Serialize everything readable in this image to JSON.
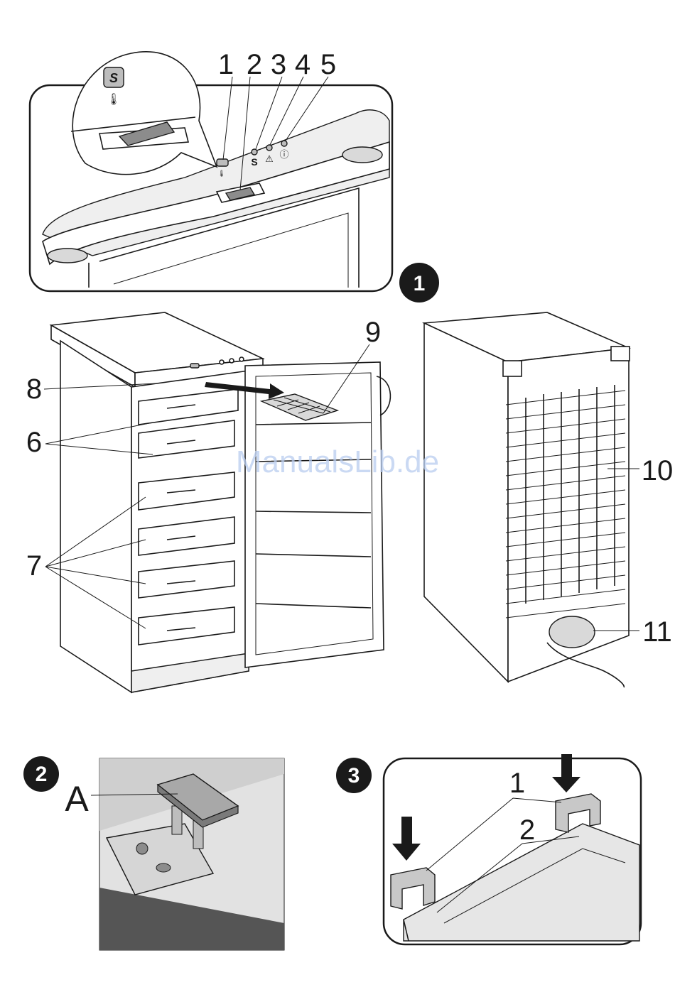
{
  "figure1": {
    "badge": "1",
    "control_callouts": [
      "1",
      "2",
      "3",
      "4",
      "5"
    ],
    "inset_button_label": "S",
    "panel_indicator_labels": [
      "S",
      "⚠",
      "ⓘ"
    ],
    "part_callouts": {
      "shelves_drawers": "6",
      "drawers": "7",
      "panel": "8",
      "ice_tray": "9",
      "condenser": "10",
      "compressor": "11"
    }
  },
  "figure2": {
    "badge": "2",
    "callout": "A"
  },
  "figure3": {
    "badge": "3",
    "callouts": [
      "1",
      "2"
    ]
  },
  "watermark": "ManualsLib.de",
  "colors": {
    "ink": "#1a1a1a",
    "badge_bg": "#1a1a1a",
    "badge_text": "#ffffff",
    "watermark": "#b9cdf0",
    "photo_grey": "#bdbdbd"
  }
}
